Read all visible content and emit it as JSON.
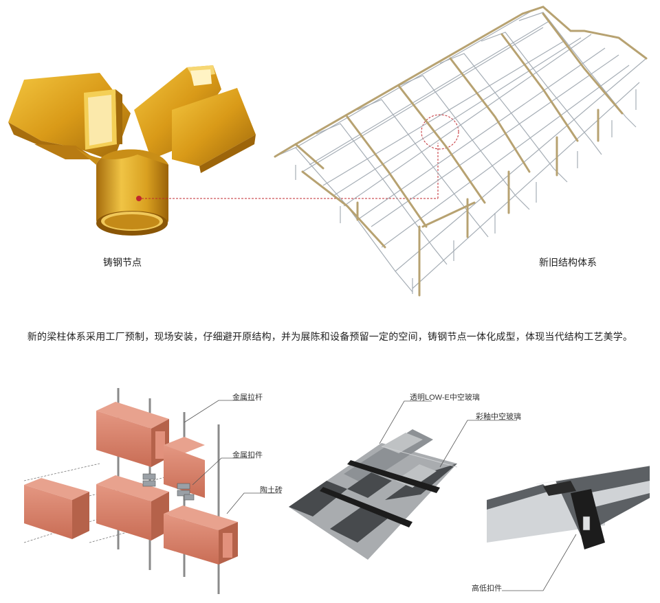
{
  "top": {
    "node_label": "铸钢节点",
    "structure_label": "新旧结构体系",
    "colors": {
      "gold": "#d9a020",
      "gold_dark": "#a8700c",
      "steel": "#9aa2aa",
      "timber": "#b7a271",
      "leader": "#c0272d"
    }
  },
  "caption": "新的梁柱体系采用工厂预制，现场安装，仔细避开原结构，并为展陈和设备预留一定的空间，铸钢节点一体化成型，体现当代结构工艺美学。",
  "wall": {
    "rod_label": "金属拉杆",
    "clip_label": "金属扣件",
    "brick_label": "陶土砖",
    "colors": {
      "brick": "#d8806a",
      "brick_dark": "#a9553f",
      "rod": "#888888"
    }
  },
  "glass": {
    "lowe_label": "透明LOW-E中空玻璃",
    "glazed_label": "彩釉中空玻璃",
    "clip_label": "高低扣件",
    "colors": {
      "clear": "#a9acaf",
      "dark": "#474a4d",
      "frame": "#1c1c1c"
    }
  }
}
